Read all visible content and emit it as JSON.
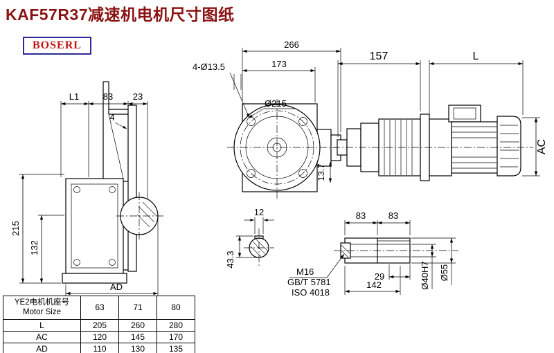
{
  "page": {
    "title": "KAF57R37减速机电机尺寸图纸",
    "logo": "BOSERL"
  },
  "front_view": {
    "dim_width": "266",
    "dim_holes": "4-Ø13.5",
    "dim_center": "173",
    "dim_flange": "Ø215",
    "dim_offset": "13.7"
  },
  "side_view": {
    "dim_gap": "157",
    "dim_motor_len": "L",
    "dim_motor_dia": "AC"
  },
  "left_view": {
    "dim_l1": "L1",
    "dim_83": "83",
    "dim_23": "23",
    "dim_4": "4",
    "dim_height": "215",
    "dim_132": "132",
    "dim_ad": "AD"
  },
  "key_section": {
    "dim_width": "12",
    "dim_depth": "43.3"
  },
  "shaft_detail": {
    "dim_83a": "83",
    "dim_83b": "83",
    "thread": "M16",
    "std_gb": "GB/T 5781",
    "std_iso": "ISO 4018",
    "dim_key_len": "29",
    "dim_total": "142",
    "dim_bore": "Ø40H7",
    "dim_outer": "Ø55"
  },
  "table": {
    "header_cn": "YE2电机机座号",
    "header_en": "Motor Size",
    "sizes": [
      "63",
      "71",
      "80"
    ],
    "rows": [
      {
        "label": "L",
        "values": [
          "205",
          "260",
          "280"
        ]
      },
      {
        "label": "AC",
        "values": [
          "120",
          "145",
          "170"
        ]
      },
      {
        "label": "AD",
        "values": [
          "110",
          "130",
          "135"
        ]
      }
    ]
  }
}
